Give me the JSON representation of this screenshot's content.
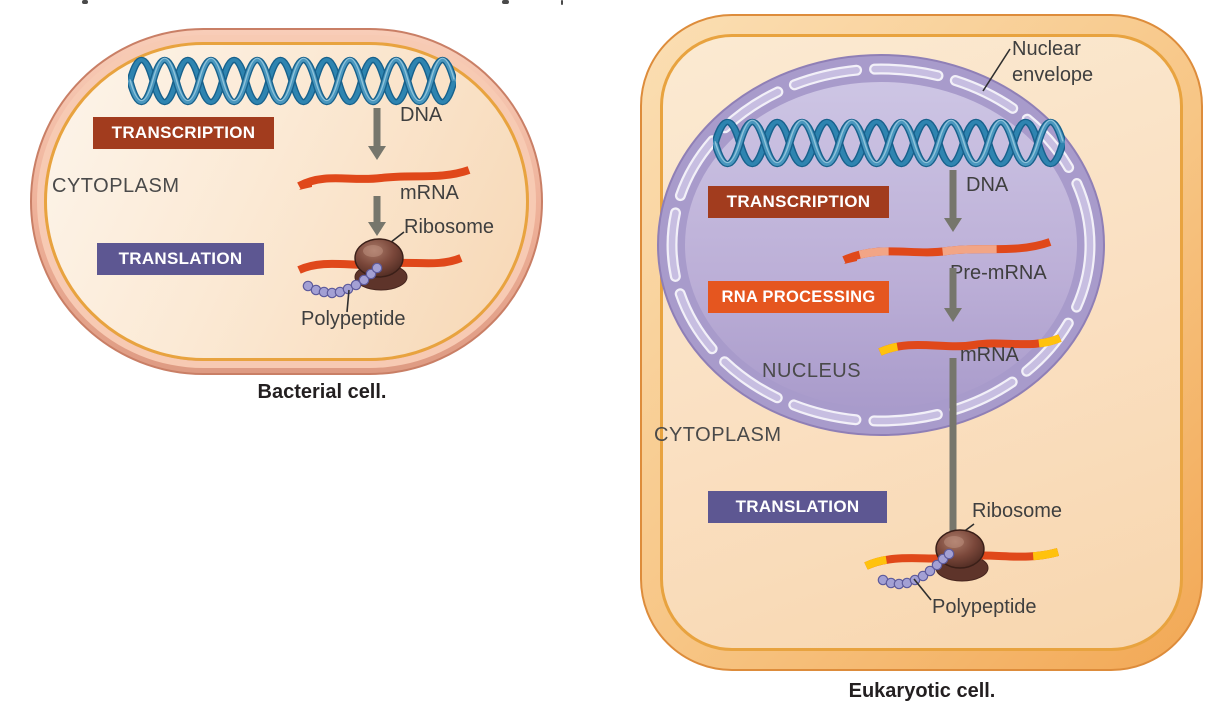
{
  "figure": {
    "type": "biology-diagram",
    "topic": "Gene expression in bacterial vs eukaryotic cells"
  },
  "bacterial": {
    "caption": "Bacterial cell.",
    "cytoplasm_label": "CYTOPLASM",
    "steps": {
      "transcription": "TRANSCRIPTION",
      "translation": "TRANSLATION"
    },
    "labels": {
      "dna": "DNA",
      "mrna": "mRNA",
      "ribosome": "Ribosome",
      "polypeptide": "Polypeptide"
    }
  },
  "eukaryotic": {
    "caption": "Eukaryotic cell.",
    "cytoplasm_label": "CYTOPLASM",
    "nucleus_label": "NUCLEUS",
    "nuclear_envelope_line1": "Nuclear",
    "nuclear_envelope_line2": "envelope",
    "steps": {
      "transcription": "TRANSCRIPTION",
      "rna_processing": "RNA PROCESSING",
      "translation": "TRANSLATION"
    },
    "labels": {
      "dna": "DNA",
      "pre_mrna": "Pre-mRNA",
      "mrna": "mRNA",
      "ribosome": "Ribosome",
      "polypeptide": "Polypeptide"
    }
  },
  "colors": {
    "transcription_box": "#a23c1e",
    "rna_processing_box": "#e5561f",
    "translation_box": "#5d5792",
    "arrow_gray": "#76766c",
    "dna_helix_blue": "#2e84b0",
    "mrna_orange": "#e0481a",
    "pre_mrna_salmon": "#f2a586",
    "mrna_tip_yellow": "#ffc20d",
    "ribosome_brown": "#6b3c30",
    "polypeptide_bead": "#a3a0d4",
    "bacterial_membrane": "#eeb098",
    "cell_wall_gold": "#e8a33f",
    "eukaryote_membrane": "#f5b96e",
    "nucleus_fill": "#b7aad3",
    "nucleus_envelope": "#a89bcb"
  }
}
